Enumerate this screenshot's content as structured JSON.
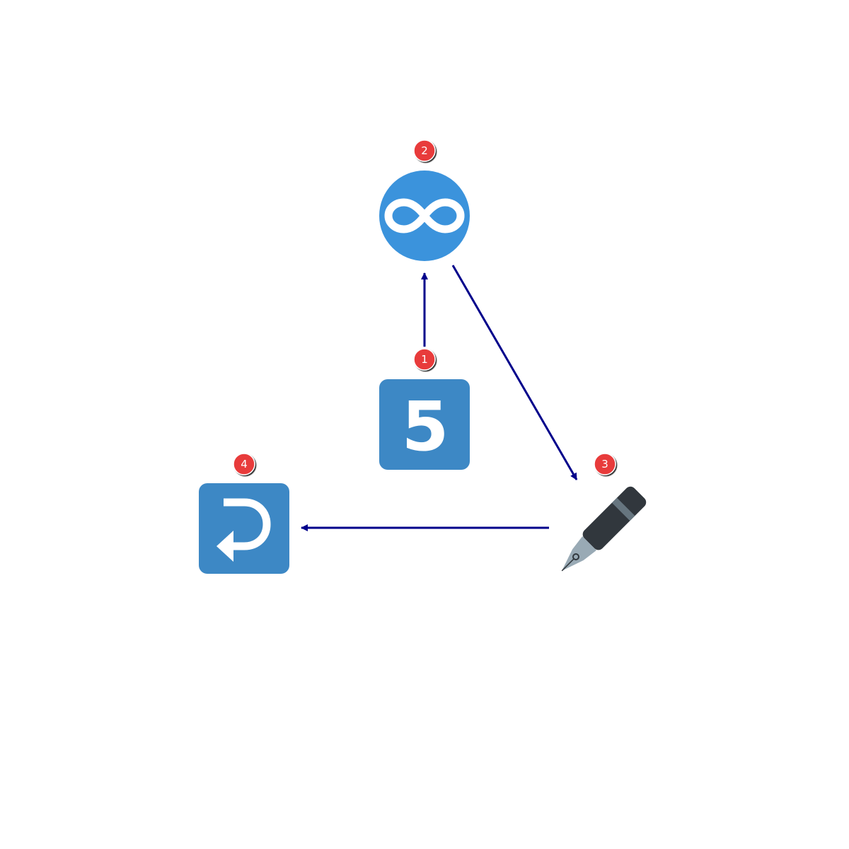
{
  "colors": {
    "background": "#ffffff",
    "arrow": "#00008b",
    "tile_blue": "#3d88c5",
    "circle_blue": "#3b93dc",
    "icon_white": "#ffffff",
    "badge_red": "#e83a3a",
    "pen_body": "#31373d",
    "pen_band": "#66757f",
    "pen_nib": "#99aab5"
  },
  "nodes": [
    {
      "id": "node-five",
      "badge": "1",
      "icon": "keycap-five-icon",
      "glyph": "5"
    },
    {
      "id": "node-infinity",
      "badge": "2",
      "icon": "infinity-icon"
    },
    {
      "id": "node-pen",
      "badge": "3",
      "icon": "fountain-pen-icon"
    },
    {
      "id": "node-return",
      "badge": "4",
      "icon": "return-arrow-icon"
    }
  ],
  "edges": [
    {
      "from": "node-five",
      "to": "node-infinity"
    },
    {
      "from": "node-infinity",
      "to": "node-pen"
    },
    {
      "from": "node-pen",
      "to": "node-return"
    }
  ]
}
